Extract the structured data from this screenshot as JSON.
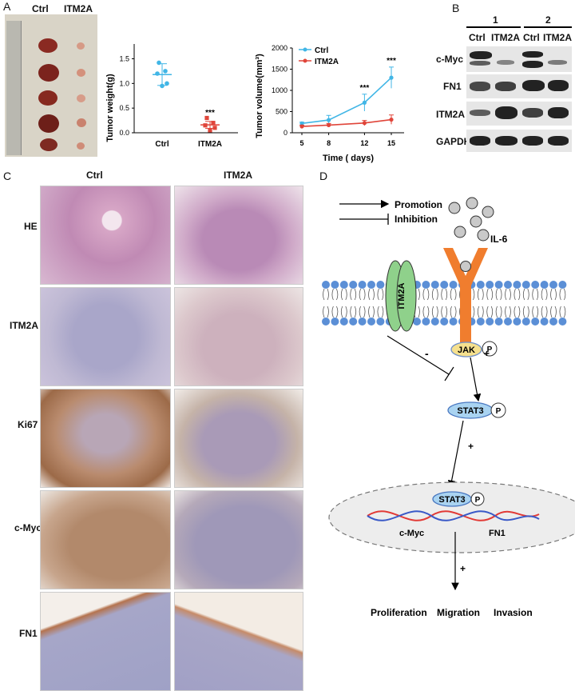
{
  "panels": {
    "A": "A",
    "B": "B",
    "C": "C",
    "D": "D"
  },
  "photo": {
    "ctrl": "Ctrl",
    "itm2a": "ITM2A"
  },
  "weight_chart": {
    "ylabel": "Tumor weight(g)",
    "categories": [
      "Ctrl",
      "ITM2A"
    ],
    "yticks": [
      "0.0",
      "0.5",
      "1.0",
      "1.5"
    ],
    "sig": "***"
  },
  "volume_chart": {
    "ylabel": "Tumor volume(mm³)",
    "xlabel": "Time ( days)",
    "xticks": [
      "5",
      "8",
      "12",
      "15"
    ],
    "yticks": [
      "0",
      "500",
      "1000",
      "1500",
      "2000"
    ],
    "legend": [
      "Ctrl",
      "ITM2A"
    ],
    "sig": [
      "***",
      "***"
    ]
  },
  "chart_data": [
    {
      "type": "scatter",
      "ylabel": "Tumor weight(g)",
      "categories": [
        "Ctrl",
        "ITM2A"
      ],
      "ylim": [
        0,
        1.8
      ],
      "series": [
        {
          "name": "Ctrl",
          "values": [
            1.42,
            1.25,
            1.2,
            1.0,
            0.95
          ],
          "mean": 1.18,
          "sd": 0.22,
          "color": "#41b6e6"
        },
        {
          "name": "ITM2A",
          "values": [
            0.3,
            0.2,
            0.15,
            0.1,
            0.05
          ],
          "mean": 0.16,
          "sd": 0.07,
          "color": "#e0453a"
        }
      ],
      "annotations": [
        "***"
      ]
    },
    {
      "type": "line",
      "xlabel": "Time ( days)",
      "ylabel": "Tumor volume(mm³)",
      "x": [
        5,
        8,
        12,
        15
      ],
      "ylim": [
        0,
        2000
      ],
      "series": [
        {
          "name": "Ctrl",
          "values": [
            220,
            300,
            710,
            1300
          ],
          "err": [
            30,
            110,
            200,
            250
          ],
          "color": "#41b6e6"
        },
        {
          "name": "ITM2A",
          "values": [
            150,
            180,
            230,
            310
          ],
          "err": [
            30,
            40,
            60,
            110
          ],
          "color": "#e0453a"
        }
      ],
      "annotations": [
        "***",
        "***"
      ],
      "legend_position": "top-left"
    }
  ],
  "western": {
    "groups": [
      "1",
      "2"
    ],
    "lanes": [
      "Ctrl",
      "ITM2A",
      "Ctrl",
      "ITM2A"
    ],
    "rows": [
      "c-Myc",
      "FN1",
      "ITM2A",
      "GAPDH"
    ]
  },
  "ihc": {
    "cols": [
      "Ctrl",
      "ITM2A"
    ],
    "rows": [
      "HE",
      "ITM2A",
      "Ki67",
      "c-Myc",
      "FN1"
    ]
  },
  "diagram": {
    "promotion": "Promotion",
    "inhibition": "Inhibition",
    "il6": "IL-6",
    "itm2a": "ITM2A",
    "jak": "JAK",
    "p": "P",
    "stat3": "STAT3",
    "minus": "-",
    "plus": "+",
    "cmyc": "c-Myc",
    "fn1": "FN1",
    "outcomes": [
      "Proliferation",
      "Migration",
      "Invasion"
    ]
  },
  "colors": {
    "ctrl": "#41b6e6",
    "itm2a": "#e0453a",
    "receptor": "#f07d2e",
    "itm2a_protein": "#8fd18b",
    "lipid": "#5b8fd6"
  }
}
